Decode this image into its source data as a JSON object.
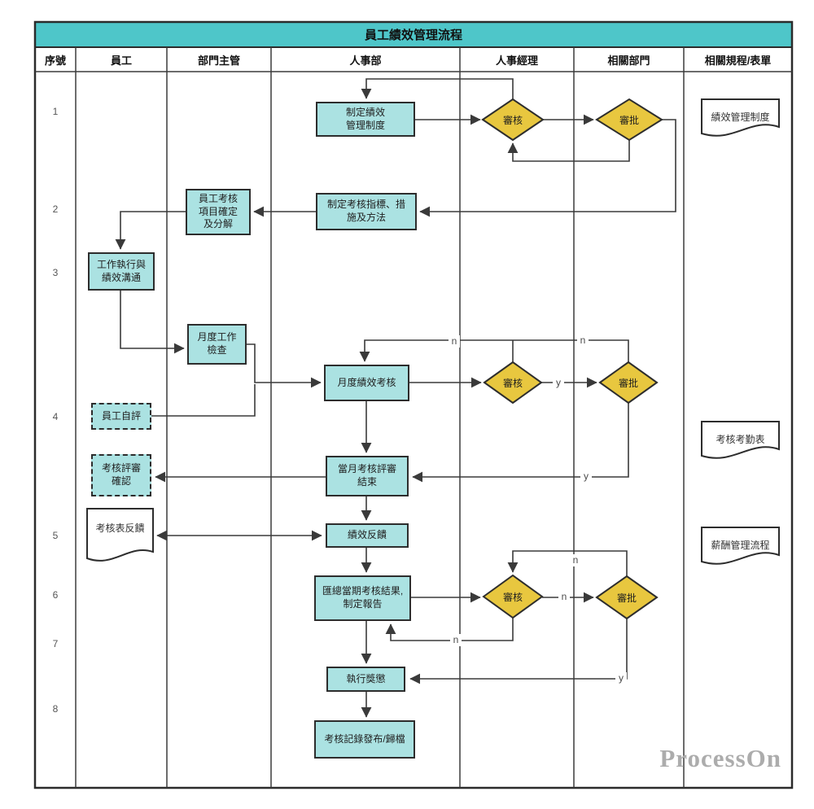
{
  "title": "員工績效管理流程",
  "columns": [
    "序號",
    "員工",
    "部門主管",
    "人事部",
    "人事經理",
    "相關部門",
    "相關規程/表單"
  ],
  "rows": [
    "1",
    "2",
    "3",
    "4",
    "5",
    "6",
    "7",
    "8"
  ],
  "nodes": {
    "define_system": "制定績效\n管理制度",
    "define_indicators": "制定考核指標、措\n施及方法",
    "employee_items": "員工考核\n項目確定\n及分解",
    "work_exec": "工作執行與\n績效溝通",
    "monthly_check": "月度工作\n檢查",
    "monthly_assess": "月度績效考核",
    "self_eval": "員工自評",
    "review_confirm": "考核評審\n確認",
    "month_review_end": "當月考核評審\n結束",
    "feedback": "績效反饋",
    "summarize": "匯總當期考核結果,\n制定報告",
    "execute": "執行獎懲",
    "archive": "考核記錄發布/歸檔"
  },
  "decisions": {
    "review1": "審核",
    "approve1": "審批",
    "review2": "審核",
    "approve2": "審批",
    "review3": "審核",
    "approve3": "審批"
  },
  "documents": {
    "system_doc": "績效管理制度",
    "attendance_doc": "考核考勤表",
    "salary_doc": "薪酬管理流程",
    "feedback_doc": "考核表反饋"
  },
  "edge_labels": {
    "r4_n_left": "n",
    "r4_n_right": "n",
    "r4_y": "y",
    "r4_approve_y": "y",
    "r6_n_mid": "n",
    "r6_approve_n": "n",
    "r6_review_n": "n",
    "r6_approve_y": "y"
  },
  "watermark": "ProcessOn",
  "colors": {
    "title_bar": "#4ec6c9",
    "node_fill": "#abe2e2",
    "diamond_fill": "#e8c73f",
    "line": "#3a3a3a",
    "border": "#2d2d2d"
  }
}
